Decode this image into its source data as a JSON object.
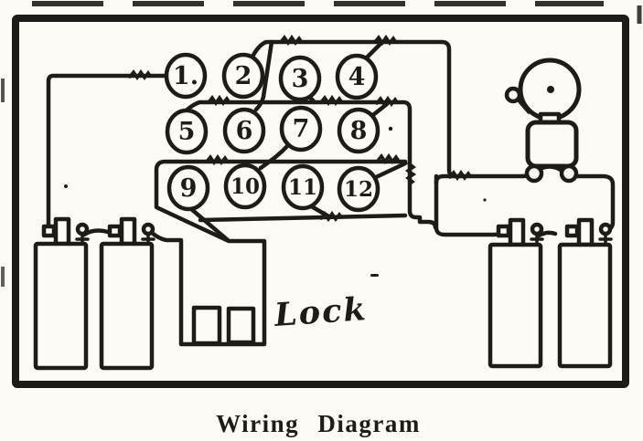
{
  "figure": {
    "caption": "Wiring Diagram",
    "lock_label": "Lock"
  },
  "terminals": {
    "labels": [
      "1.",
      "2",
      "3",
      "4",
      "5",
      "6",
      "7",
      "8",
      "9",
      "10",
      "11",
      "12"
    ]
  },
  "components": {
    "bell": "electric-bell-icon",
    "lock": "lock-switch",
    "batteries": [
      "battery-left-1",
      "battery-left-2",
      "battery-right-1",
      "battery-right-2"
    ],
    "terminal_count": 12
  },
  "colors": {
    "ink": "#1e1c19",
    "paper": "#fcfbf6"
  }
}
